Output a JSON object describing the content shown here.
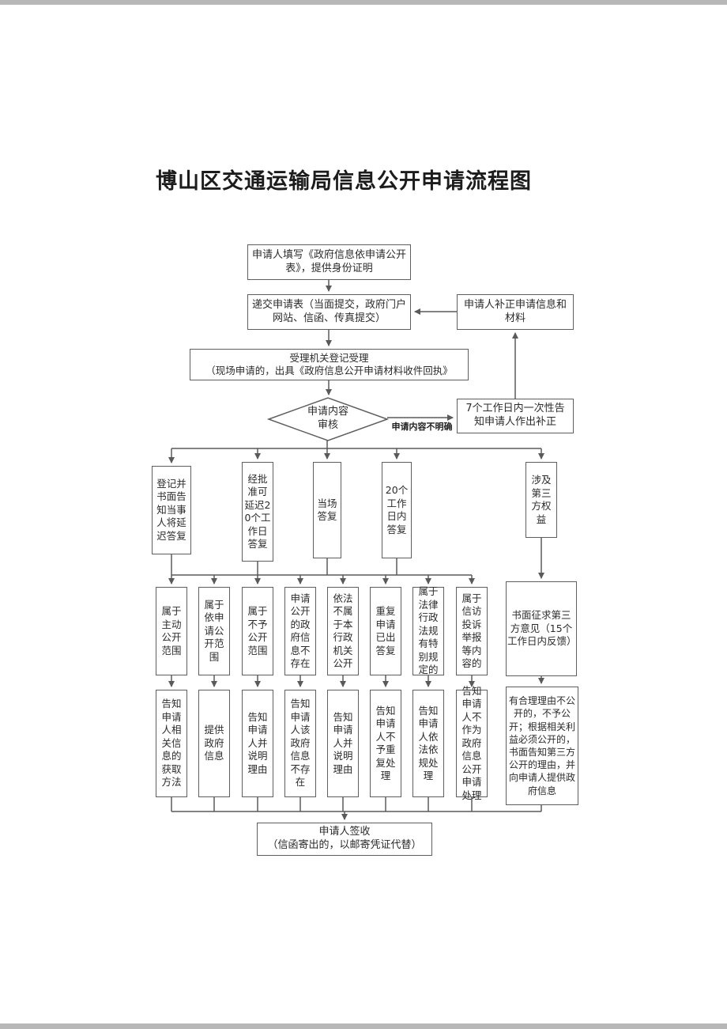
{
  "page": {
    "title": "博山区交通运输局信息公开申请流程图"
  },
  "colors": {
    "line": "#5a5a5a",
    "box_border": "#5e5e5e",
    "text": "#2b2b2b"
  },
  "nodes": {
    "start": "申请人填写《政府信息依申请公开表》，提供身份证明",
    "submit": "递交申请表（当面提交，政府门户网站、信函、传真提交）",
    "supplement": "申请人补正申请信息和材料",
    "register": "受理机关登记受理\n（现场申请的，出具《政府信息公开申请材料收件回执》",
    "review": "申请内容\n审核",
    "unclear_label": "申请内容不明确",
    "notify_correction": "7个工作日内一次性告知申请人作出补正",
    "branch_delay_notice": "登记并书面告知当事人将延迟答复",
    "branch_approved_delay": "经批准可延迟20个工作日答复",
    "branch_onspot": "当场答复",
    "branch_within20": "20个工作日内答复",
    "branch_third_party": "涉及第三方权益",
    "third_party_consult": "书面征求第三方意见（15个工作日内反馈）",
    "third_party_outcome": "有合理理由不公开的，不予公开；根据相关利益必须公开的，书面告知第三方公开的理由，并向申请人提供政府信息",
    "end": "申请人签收\n（信函寄出的，以邮寄凭证代替）"
  },
  "categories": [
    "属于主动公开范围",
    "属于依申请公开范围",
    "属于不予公开范围",
    "申请公开的政府信息不存在",
    "依法不属于本行政机关公开",
    "重复申请已出答复",
    "属于法律行政法规有特别规定的",
    "属于信访投诉举报等内容的"
  ],
  "outcomes": [
    "告知申请人相关信息的获取方法",
    "提供政府信息",
    "告知申请人并说明理由",
    "告知申请人该政府信息不存在",
    "告知申请人并说明理由",
    "告知申请人不予重复处理",
    "告知申请人依法依规处理",
    "告知申请人不作为政府信息公开申请处理"
  ]
}
